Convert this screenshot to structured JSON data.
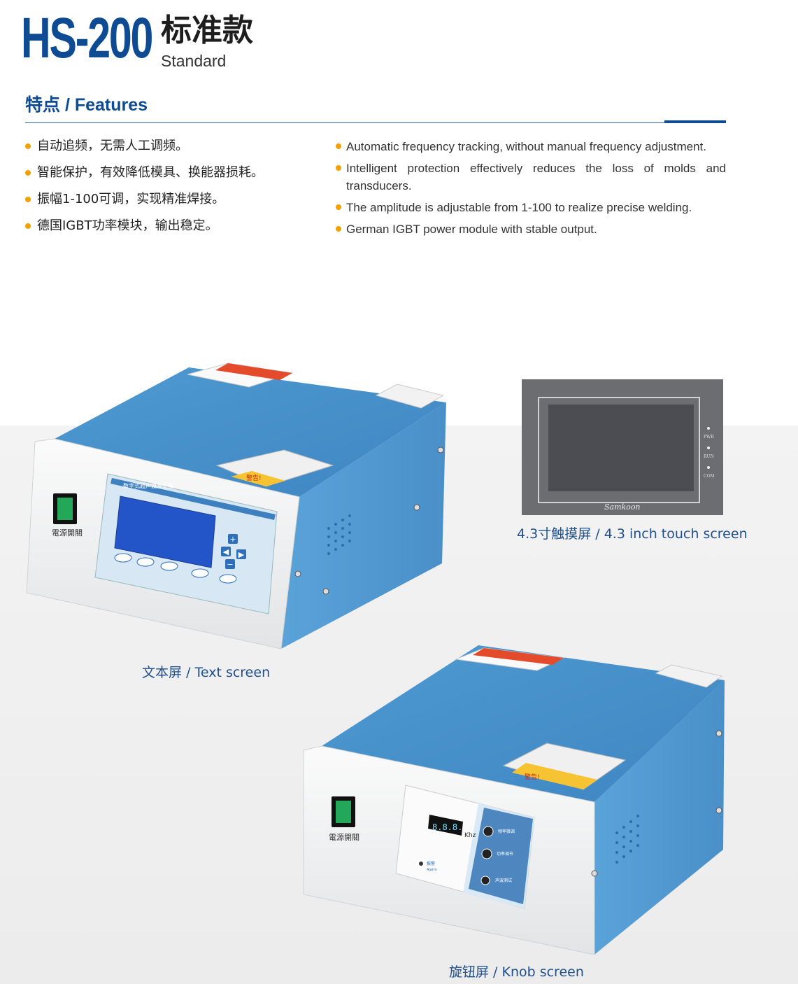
{
  "header": {
    "model": "HS-200",
    "title_cn": "标准款",
    "title_en": "Standard"
  },
  "features": {
    "heading": "特点 / Features",
    "cn": [
      "自动追频，无需人工调频。",
      "智能保护，有效降低模具、换能器损耗。",
      "振幅1-100可调，实现精准焊接。",
      "德国IGBT功率模块，输出稳定。"
    ],
    "en": [
      "Automatic frequency tracking, without manual frequency adjustment.",
      "Intelligent protection effectively reduces the loss of molds and transducers.",
      "The amplitude is adjustable from 1-100 to realize precise welding.",
      "German IGBT power module with stable output."
    ]
  },
  "products": {
    "text_screen": {
      "caption": "文本屏 / Text screen",
      "power_switch": "電源開關",
      "panel_title": "数字式超声波发生器",
      "warning": "警告!",
      "keys": [
        "+",
        "−",
        "◀",
        "▶"
      ]
    },
    "touch_screen": {
      "caption": "4.3寸触摸屏 / 4.3 inch touch screen",
      "brand": "Samkoon",
      "leds": [
        "PWR",
        "RUN",
        "COM"
      ]
    },
    "knob_screen": {
      "caption": "旋钮屏 / Knob screen",
      "power_switch": "電源開關",
      "display": "8.8.8.",
      "unit": "Khz",
      "alarm_cn": "报警",
      "alarm_en": "Alarm",
      "knobs": [
        "频率微调",
        "功率调节",
        "声波测试"
      ],
      "warning": "警告!"
    }
  },
  "colors": {
    "brand_blue": "#0e4b92",
    "bullet": "#f2a100",
    "case_blue": "#4f97cf",
    "panel_white": "#f2f3f4"
  }
}
